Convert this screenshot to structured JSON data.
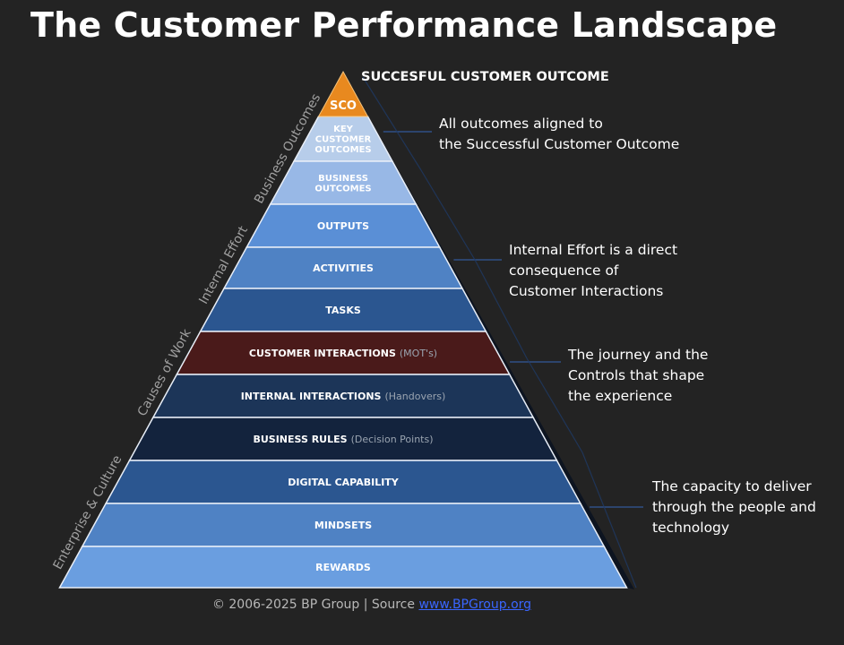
{
  "title": "The Customer Performance Landscape",
  "apex": {
    "label": "SUCCESFUL CUSTOMER OUTCOME",
    "badge": "SCO",
    "color": "#e8891f"
  },
  "layers": [
    {
      "label": "KEY\nCUSTOMER\nOUTCOMES",
      "suffix": "",
      "fill": "#b7cdea",
      "text_color": "#ffffff"
    },
    {
      "label": "BUSINESS\nOUTCOMES",
      "suffix": "",
      "fill": "#98b8e6",
      "text_color": "#ffffff"
    },
    {
      "label": "OUTPUTS",
      "suffix": "",
      "fill": "#5a8fd6",
      "text_color": "#ffffff"
    },
    {
      "label": "ACTIVITIES",
      "suffix": "",
      "fill": "#4f82c4",
      "text_color": "#ffffff"
    },
    {
      "label": "TASKS",
      "suffix": "",
      "fill": "#2b5690",
      "text_color": "#ffffff"
    },
    {
      "label": "CUSTOMER INTERACTIONS",
      "suffix": "(MOT's)",
      "fill": "#4a1a1a",
      "text_color": "#ffffff"
    },
    {
      "label": "INTERNAL INTERACTIONS",
      "suffix": "(Handovers)",
      "fill": "#1c3558",
      "text_color": "#ffffff"
    },
    {
      "label": "BUSINESS RULES",
      "suffix": "(Decision Points)",
      "fill": "#13233d",
      "text_color": "#ffffff"
    },
    {
      "label": "DIGITAL CAPABILITY",
      "suffix": "",
      "fill": "#2b5690",
      "text_color": "#ffffff"
    },
    {
      "label": "MINDSETS",
      "suffix": "",
      "fill": "#4f82c4",
      "text_color": "#ffffff"
    },
    {
      "label": "REWARDS",
      "suffix": "",
      "fill": "#6a9ee0",
      "text_color": "#ffffff"
    }
  ],
  "side_labels": [
    "Business Outcomes",
    "Internal Effort",
    "Causes of Work",
    "Enterprise & Culture"
  ],
  "annotations": [
    {
      "lines": [
        "All outcomes aligned to",
        "the Successful Customer Outcome"
      ]
    },
    {
      "lines": [
        "Internal Effort is a direct",
        "consequence of",
        "Customer Interactions"
      ]
    },
    {
      "lines": [
        "The journey and the",
        "Controls  that  shape",
        "the experience"
      ]
    },
    {
      "lines": [
        "The capacity to deliver",
        "through the people and",
        "technology"
      ]
    }
  ],
  "footer": {
    "text": "© 2006-2025 BP Group | Source ",
    "link": "www.BPGroup.org"
  }
}
